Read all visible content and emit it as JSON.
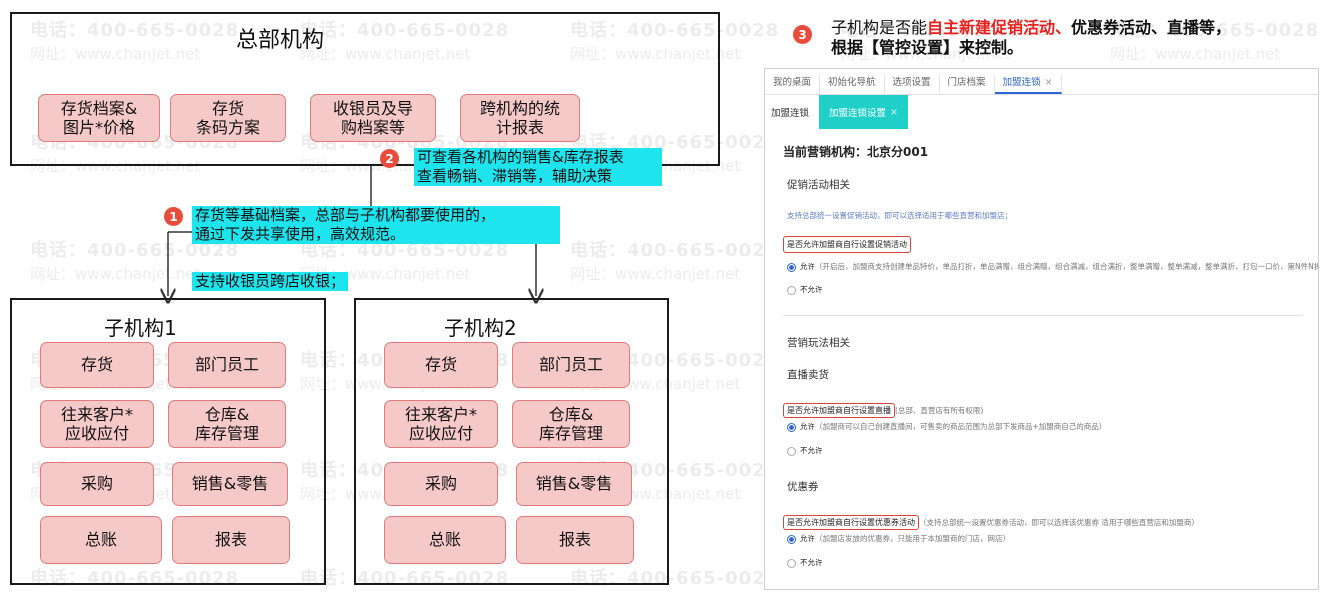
{
  "watermark": {
    "phone": "电话：400-665-0028",
    "site": "网址：www.chanjet.net"
  },
  "hq": {
    "title": "总部机构",
    "items": [
      "存货档案&\n图片*价格",
      "存货\n条码方案",
      "收银员及导\n购档案等",
      "跨机构的统\n计报表"
    ]
  },
  "notes": {
    "n1": {
      "badge": "1",
      "text": "存货等基础档案，总部与子机构都要使用的，\n通过下发共享使用，高效规范。"
    },
    "n1b": {
      "text": "支持收银员跨店收银；"
    },
    "n2": {
      "badge": "2",
      "text": "可查看各机构的销售&库存报表\n查看畅销、滞销等，辅助决策"
    }
  },
  "sub1": {
    "title": "子机构1",
    "items": [
      "存货",
      "部门员工",
      "往来客户*\n应收应付",
      "仓库&\n库存管理",
      "采购",
      "销售&零售",
      "总账",
      "报表"
    ]
  },
  "sub2": {
    "title": "子机构2",
    "items": [
      "存货",
      "部门员工",
      "往来客户*\n应收应付",
      "仓库&\n库存管理",
      "采购",
      "销售&零售",
      "总账",
      "报表"
    ]
  },
  "right_header": {
    "badge": "3",
    "line1_a": "子机构是否能",
    "line1_red": "自主新建促销活动、",
    "line1_b": "优惠券活动、直播等，",
    "line2": "根据【管控设置】来控制。"
  },
  "panel": {
    "tabs": [
      {
        "label": "我的桌面"
      },
      {
        "label": "初始化导航"
      },
      {
        "label": "选项设置"
      },
      {
        "label": "门店档案"
      },
      {
        "label": "加盟连锁",
        "close": "×",
        "active": true
      }
    ],
    "subtabs": [
      {
        "label": "加盟连锁"
      },
      {
        "label": "加盟连锁设置",
        "close": "×",
        "active": true
      }
    ],
    "current_org": "当前营销机构：北京分001",
    "sec_promo": "促销活动相关",
    "promo_hint": "支持总部统一设置促销活动，即可以选择适用于哪些直营和加盟店；",
    "promo_field": "是否允许加盟商自行设置促销活动",
    "promo_allow": "允许",
    "promo_allow_desc": "（开启后，加盟商支持创建单品特价，单品打折，单品满赠，组合满赠，组合满减，组合满折，整单满赠，整单满减，整单满折，打包一口价，第N件N折，优惠套餐）",
    "promo_deny": "不允许",
    "sec_marketing": "营销玩法相关",
    "sec_live": "直播卖货",
    "live_field": "是否允许加盟商自行设置直播",
    "live_field_hint": "(总部、直营店有所有权限)",
    "live_allow": "允许",
    "live_allow_desc": "（加盟商可以自己创建直播间，可售卖的商品范围为总部下发商品+加盟商自己的商品）",
    "live_deny": "不允许",
    "sec_coupon": "优惠券",
    "coupon_field": "是否允许加盟商自行设置优惠券活动",
    "coupon_field_hint": "（支持总部统一设置优惠券活动，即可以选择该优惠券 适用于哪些直营店和加盟商）",
    "coupon_allow": "允许",
    "coupon_allow_desc": "（加盟店发放的优惠券，只能用于本加盟商的门店，网店）",
    "coupon_deny": "不允许"
  }
}
